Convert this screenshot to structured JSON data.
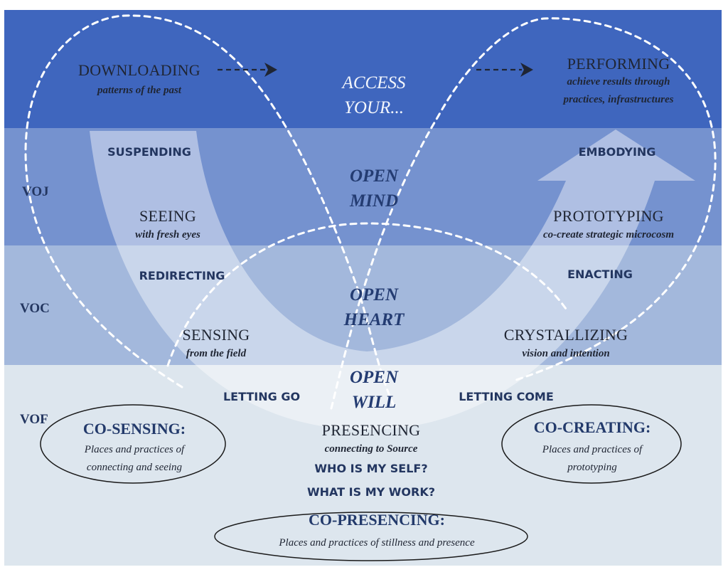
{
  "colors": {
    "band_top": "#3f66be",
    "band_voj": "#7592cf",
    "band_voc": "#a3b8dc",
    "band_vof": "#dde6ee",
    "u_arrow": "#ffffff",
    "dashed_lines": "#ffffff",
    "label_dark": "#1f2533",
    "label_navy": "#233660"
  },
  "top": {
    "downloading": {
      "title": "DOWNLOADING",
      "subtitle": "patterns of the past"
    },
    "access": {
      "line1": "ACCESS",
      "line2": "YOUR..."
    },
    "performing": {
      "title": "PERFORMING",
      "subtitle_line1": "achieve results through",
      "subtitle_line2": "practices, infrastructures"
    }
  },
  "levels": {
    "voj": "VOJ",
    "voc": "VOC",
    "vof": "VOF"
  },
  "left_arm": {
    "suspending": "SUSPENDING",
    "seeing": {
      "title": "SEEING",
      "subtitle": "with fresh eyes"
    },
    "redirecting": "REDIRECTING",
    "sensing": {
      "title": "SENSING",
      "subtitle": "from the field"
    },
    "letting_go": "LETTING GO"
  },
  "right_arm": {
    "embodying": "EMBODYING",
    "prototyping": {
      "title": "PROTOTYPING",
      "subtitle": "co-create strategic microcosm"
    },
    "enacting": "ENACTING",
    "crystallizing": {
      "title": "CRYSTALLIZING",
      "subtitle": "vision and intention"
    },
    "letting_come": "LETTING COME"
  },
  "center": {
    "open_mind": {
      "line1": "OPEN",
      "line2": "MIND"
    },
    "open_heart": {
      "line1": "OPEN",
      "line2": "HEART"
    },
    "open_will": {
      "line1": "OPEN",
      "line2": "WILL"
    },
    "presencing": {
      "title": "PRESENCING",
      "subtitle": "connecting to Source"
    },
    "question_self": "WHO IS MY SELF?",
    "question_work": "WHAT IS MY WORK?"
  },
  "ellipses": {
    "co_sensing": {
      "title": "CO-SENSING:",
      "line1": "Places and practices of",
      "line2": "connecting and seeing"
    },
    "co_creating": {
      "title": "CO-CREATING:",
      "line1": "Places and practices of",
      "line2": "prototyping"
    },
    "co_presencing": {
      "title": "CO-PRESENCING:",
      "line1": "Places and practices of stillness and presence"
    }
  }
}
